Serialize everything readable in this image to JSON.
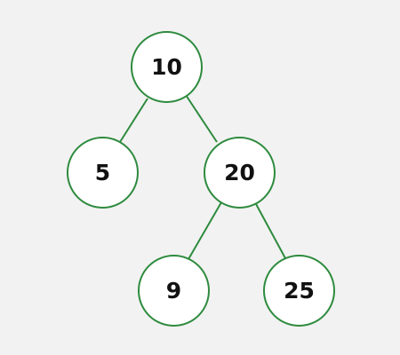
{
  "colors": {
    "background": "#f2f2f2",
    "node_stroke": "#2e8b3e",
    "node_fill": "#ffffff",
    "edge": "#2e8b3e",
    "text": "#111111"
  },
  "tree": {
    "nodes": [
      {
        "id": "n10",
        "label": "10"
      },
      {
        "id": "n5",
        "label": "5"
      },
      {
        "id": "n20",
        "label": "20"
      },
      {
        "id": "n9",
        "label": "9"
      },
      {
        "id": "n25",
        "label": "25"
      }
    ],
    "edges": [
      {
        "from": "n10",
        "to": "n5"
      },
      {
        "from": "n10",
        "to": "n20"
      },
      {
        "from": "n20",
        "to": "n9"
      },
      {
        "from": "n20",
        "to": "n25"
      }
    ]
  }
}
